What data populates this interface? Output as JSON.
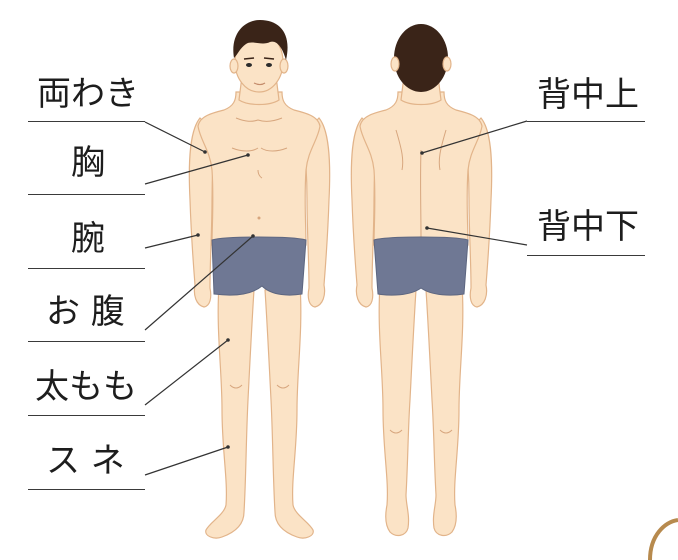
{
  "labels": {
    "ryowaki": "両わき",
    "mune": "胸",
    "ude": "腕",
    "onaka": "お 腹",
    "futomomo": "太もも",
    "sune": "ス ネ",
    "senaka_ue": "背中上",
    "senaka_shita": "背中下"
  },
  "colors": {
    "skin": "#FBE3C6",
    "skin_outline": "#E7B98F",
    "briefs": "#6F7894",
    "hair": "#3A2418",
    "lines": "#333333",
    "logo_ring": "#B78A4E"
  }
}
